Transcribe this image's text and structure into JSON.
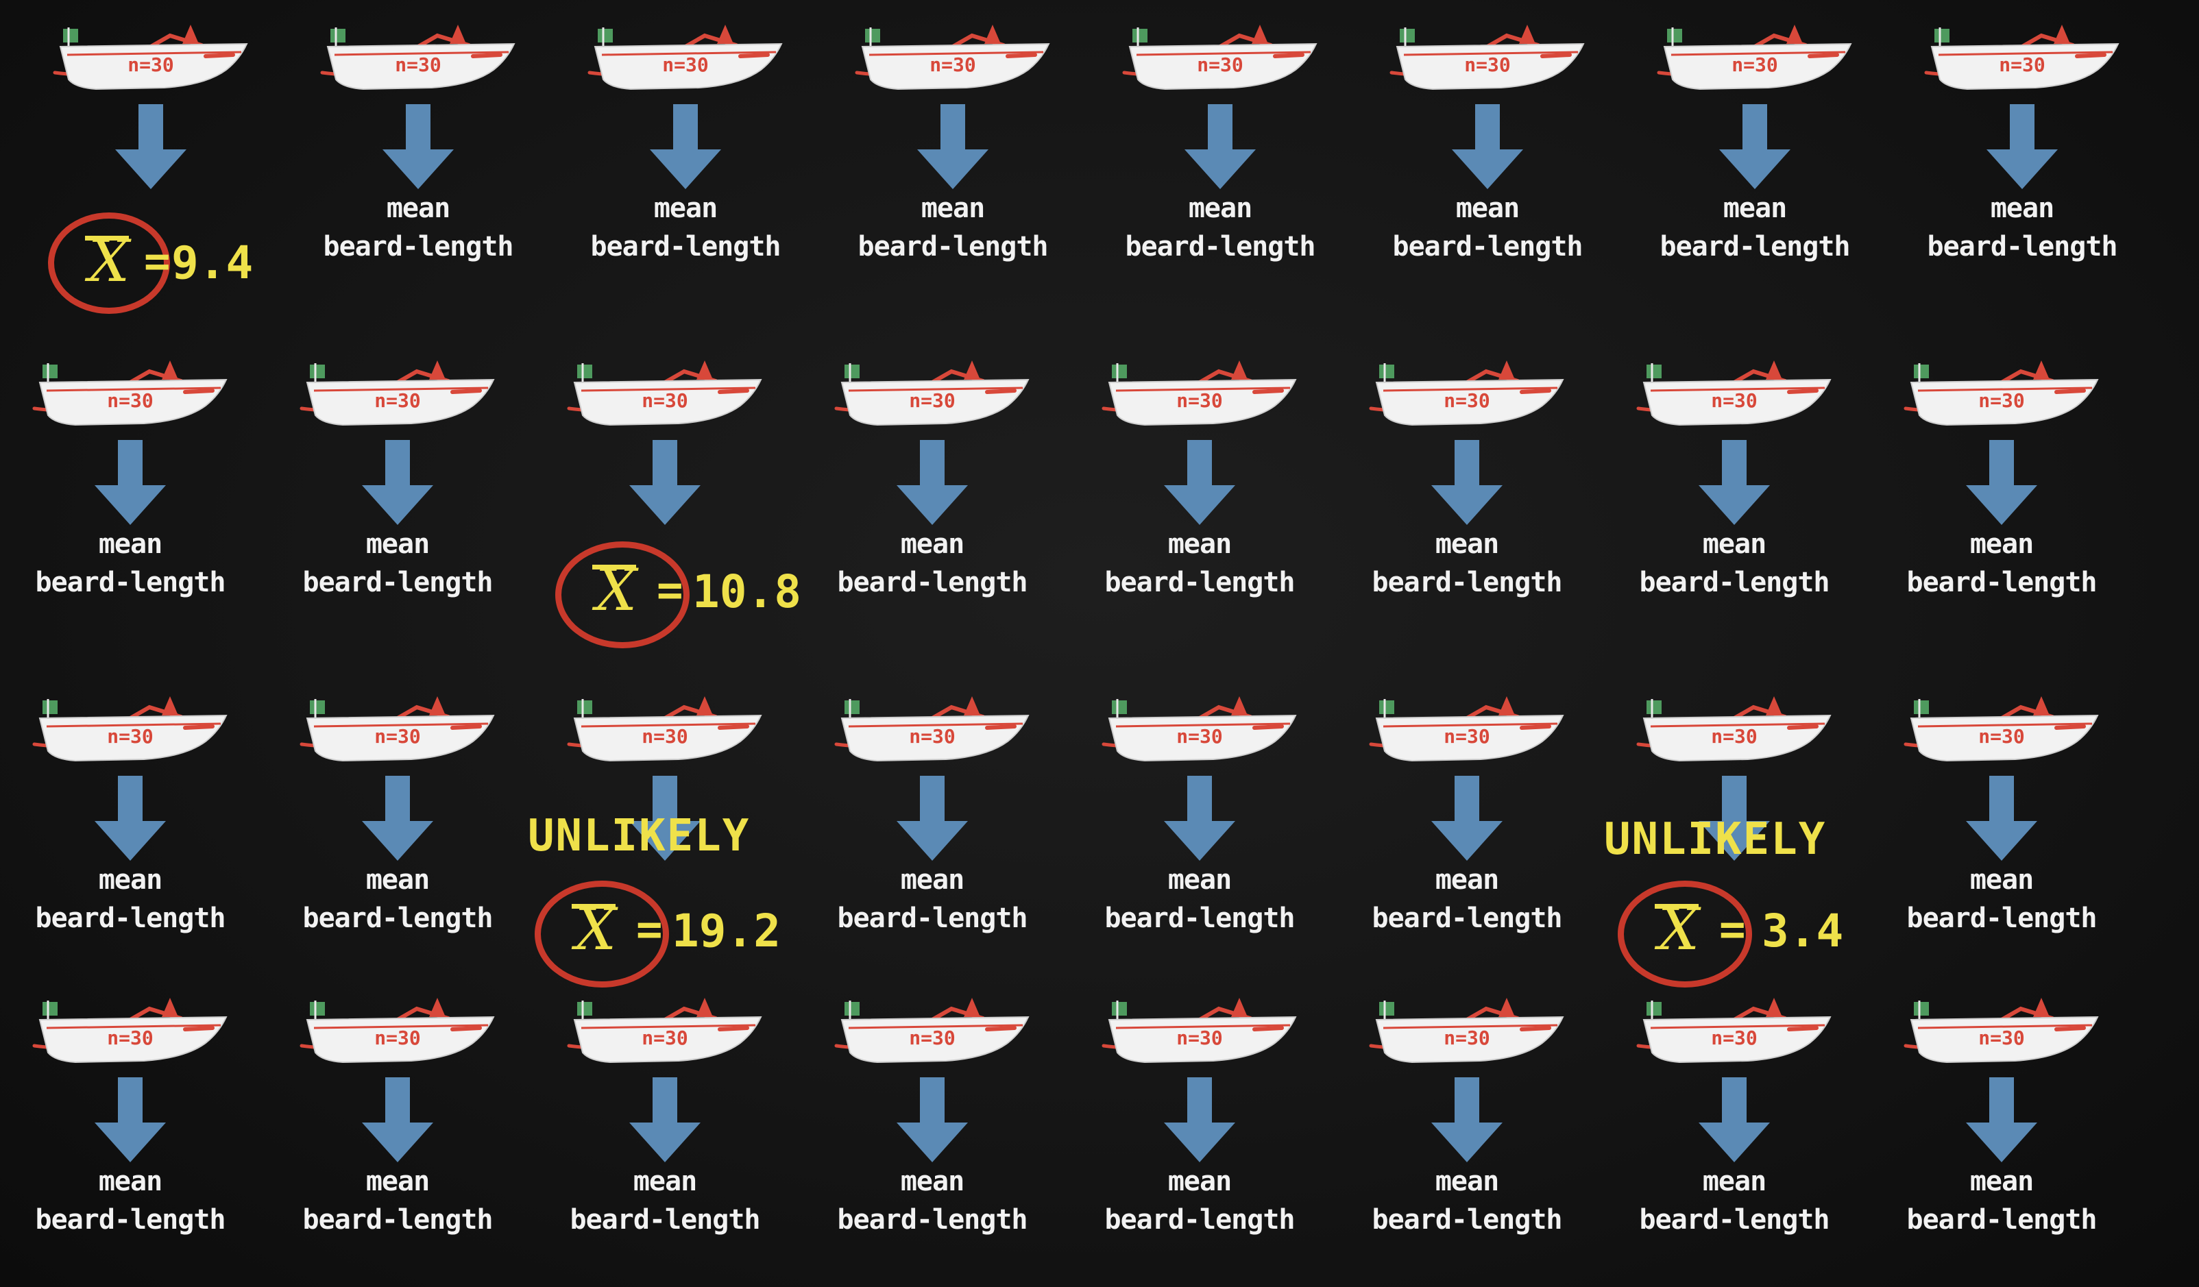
{
  "sample_label": "n=30",
  "mean_line1": "mean",
  "mean_line2": "beard-length",
  "equals": "=",
  "xbar_symbol": "X",
  "unlikely_label": "UNLIKELY",
  "highlighted": {
    "r0c0": "9.4",
    "r1c2": "10.8",
    "r2c2": "19.2",
    "r2c6": "3.4"
  },
  "colors": {
    "background": "#141414",
    "arrow": "#5b8ab5",
    "circle": "#c8392b",
    "highlight_text": "#efe14a",
    "boat_hull": "#f2f2f2",
    "boat_accent": "#d8483a",
    "boat_flag": "#4e9a5e"
  }
}
